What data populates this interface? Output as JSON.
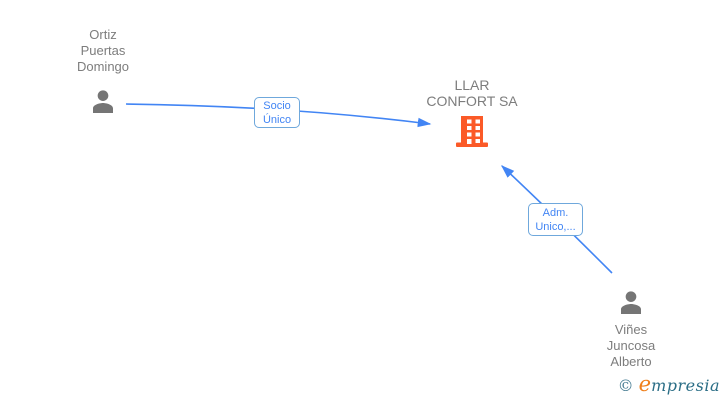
{
  "diagram": {
    "company": {
      "name": "LLAR CONFORT SA",
      "lines": [
        "LLAR",
        "CONFORT SA"
      ],
      "icon": "building-icon",
      "icon_color": "#FB5A28"
    },
    "persons": [
      {
        "name": "Ortiz Puertas Domingo",
        "lines": [
          "Ortiz",
          "Puertas",
          "Domingo"
        ],
        "icon": "person-icon"
      },
      {
        "name": "Viñes Juncosa Alberto",
        "lines": [
          "Viñes",
          "Juncosa",
          "Alberto"
        ],
        "icon": "person-icon"
      }
    ],
    "relationships": [
      {
        "from": "Ortiz Puertas Domingo",
        "to": "LLAR CONFORT SA",
        "label": "Socio Único",
        "lines": [
          "Socio",
          "Único"
        ]
      },
      {
        "from": "Viñes Juncosa Alberto",
        "to": "LLAR CONFORT SA",
        "label": "Adm. Unico,...",
        "lines": [
          "Adm.",
          "Unico,..."
        ]
      }
    ]
  },
  "footer": {
    "copyright_symbol": "©",
    "brand_initial": "e",
    "brand_rest": "mpresia",
    "brand_full": "empresia"
  },
  "colors": {
    "edge_blue": "#4285F4",
    "label_border_blue": "#6FA8DC",
    "label_text_blue": "#4285F4",
    "text_gray": "#7D7D7D",
    "person_gray": "#757575",
    "building_orange": "#FB5A28",
    "logo_teal": "#2B6E86",
    "logo_copyright": "#4A7F95",
    "logo_orange": "#EF7F1A"
  }
}
